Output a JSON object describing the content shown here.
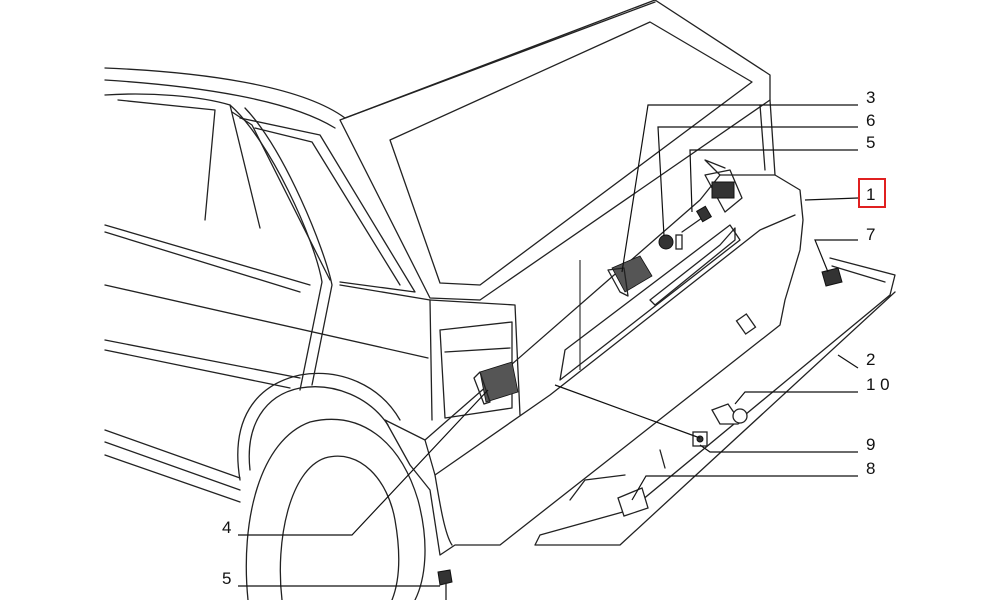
{
  "diagram": {
    "callouts": [
      {
        "id": "c3",
        "text": "3"
      },
      {
        "id": "c6",
        "text": "6"
      },
      {
        "id": "c5a",
        "text": "5"
      },
      {
        "id": "c1",
        "text": "1"
      },
      {
        "id": "c7",
        "text": "7"
      },
      {
        "id": "c2",
        "text": "2"
      },
      {
        "id": "c10",
        "text": "1 0"
      },
      {
        "id": "c9",
        "text": "9"
      },
      {
        "id": "c8",
        "text": "8"
      },
      {
        "id": "c4",
        "text": "4"
      },
      {
        "id": "c5b",
        "text": "5"
      }
    ],
    "highlight_color": "#e02020"
  }
}
